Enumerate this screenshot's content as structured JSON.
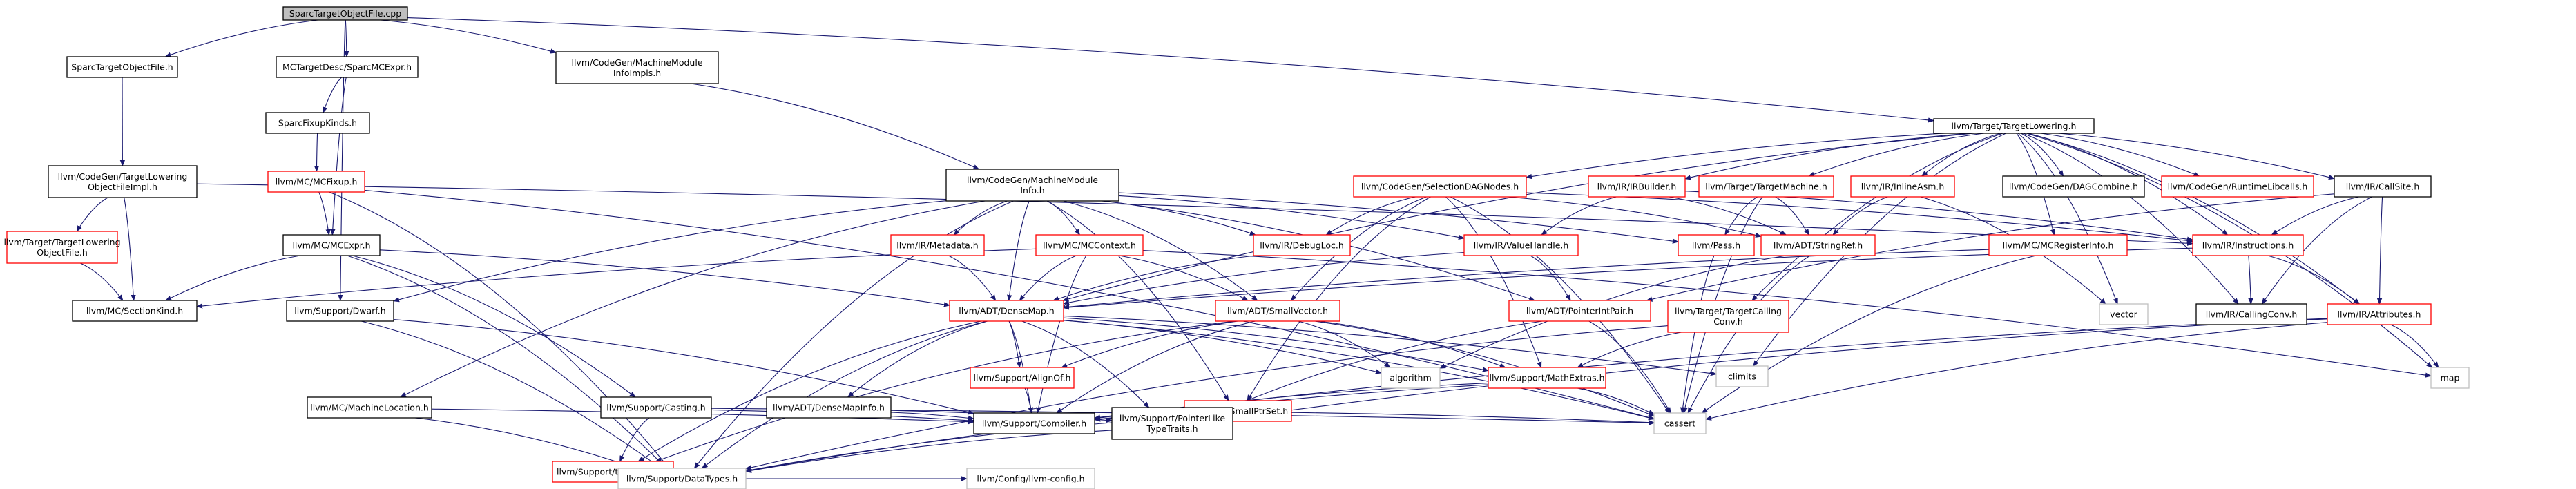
{
  "nodes": [
    {
      "id": "root",
      "lines": [
        "SparcTargetObjectFile.cpp"
      ],
      "style": "root"
    },
    {
      "id": "stofh",
      "lines": [
        "SparcTargetObjectFile.h"
      ],
      "style": "black"
    },
    {
      "id": "sparcmcexpr",
      "lines": [
        "MCTargetDesc/SparcMCExpr.h"
      ],
      "style": "black"
    },
    {
      "id": "mmii",
      "lines": [
        "llvm/CodeGen/MachineModule",
        "InfoImpls.h"
      ],
      "style": "black"
    },
    {
      "id": "tlofimpl",
      "lines": [
        "llvm/CodeGen/TargetLowering",
        "ObjectFileImpl.h"
      ],
      "style": "black"
    },
    {
      "id": "fixupkinds",
      "lines": [
        "SparcFixupKinds.h"
      ],
      "style": "black"
    },
    {
      "id": "mmi",
      "lines": [
        "llvm/CodeGen/MachineModule",
        "Info.h"
      ],
      "style": "black"
    },
    {
      "id": "targetlowering",
      "lines": [
        "llvm/Target/TargetLowering.h"
      ],
      "style": "black"
    },
    {
      "id": "tlof",
      "lines": [
        "llvm/Target/TargetLowering",
        "ObjectFile.h"
      ],
      "style": "red"
    },
    {
      "id": "mcfixup",
      "lines": [
        "llvm/MC/MCFixup.h"
      ],
      "style": "red"
    },
    {
      "id": "mcexpr",
      "lines": [
        "llvm/MC/MCExpr.h"
      ],
      "style": "black"
    },
    {
      "id": "sectionkind",
      "lines": [
        "llvm/MC/SectionKind.h"
      ],
      "style": "black"
    },
    {
      "id": "dwarf",
      "lines": [
        "llvm/Support/Dwarf.h"
      ],
      "style": "black"
    },
    {
      "id": "machineloc",
      "lines": [
        "llvm/MC/MachineLocation.h"
      ],
      "style": "black"
    },
    {
      "id": "casting",
      "lines": [
        "llvm/Support/Casting.h"
      ],
      "style": "black"
    },
    {
      "id": "densemapinfo",
      "lines": [
        "llvm/ADT/DenseMapInfo.h"
      ],
      "style": "black"
    },
    {
      "id": "densemap",
      "lines": [
        "llvm/ADT/DenseMap.h"
      ],
      "style": "red"
    },
    {
      "id": "metadata",
      "lines": [
        "llvm/IR/Metadata.h"
      ],
      "style": "red"
    },
    {
      "id": "mccontext",
      "lines": [
        "llvm/MC/MCContext.h"
      ],
      "style": "red"
    },
    {
      "id": "debugloc",
      "lines": [
        "llvm/IR/DebugLoc.h"
      ],
      "style": "red"
    },
    {
      "id": "seldag",
      "lines": [
        "llvm/CodeGen/SelectionDAGNodes.h"
      ],
      "style": "red"
    },
    {
      "id": "irbuilder",
      "lines": [
        "llvm/IR/IRBuilder.h"
      ],
      "style": "red"
    },
    {
      "id": "targetmachine",
      "lines": [
        "llvm/Target/TargetMachine.h"
      ],
      "style": "red"
    },
    {
      "id": "inlineasm",
      "lines": [
        "llvm/IR/InlineAsm.h"
      ],
      "style": "red"
    },
    {
      "id": "dagcombine",
      "lines": [
        "llvm/CodeGen/DAGCombine.h"
      ],
      "style": "black"
    },
    {
      "id": "runtimelibcalls",
      "lines": [
        "llvm/CodeGen/RuntimeLibcalls.h"
      ],
      "style": "red"
    },
    {
      "id": "callsite",
      "lines": [
        "llvm/IR/CallSite.h"
      ],
      "style": "black"
    },
    {
      "id": "valuehandle",
      "lines": [
        "llvm/IR/ValueHandle.h"
      ],
      "style": "red"
    },
    {
      "id": "pass",
      "lines": [
        "llvm/Pass.h"
      ],
      "style": "red"
    },
    {
      "id": "stringref",
      "lines": [
        "llvm/ADT/StringRef.h"
      ],
      "style": "red"
    },
    {
      "id": "instructions",
      "lines": [
        "llvm/IR/Instructions.h"
      ],
      "style": "red"
    },
    {
      "id": "mcreginfo",
      "lines": [
        "llvm/MC/MCRegisterInfo.h"
      ],
      "style": "red"
    },
    {
      "id": "smallvector",
      "lines": [
        "llvm/ADT/SmallVector.h"
      ],
      "style": "red"
    },
    {
      "id": "pointerintpair",
      "lines": [
        "llvm/ADT/PointerIntPair.h"
      ],
      "style": "red"
    },
    {
      "id": "targetcallingconv",
      "lines": [
        "llvm/Target/TargetCalling",
        "Conv.h"
      ],
      "style": "red"
    },
    {
      "id": "vector",
      "lines": [
        "vector"
      ],
      "style": "gray"
    },
    {
      "id": "callingconv",
      "lines": [
        "llvm/IR/CallingConv.h"
      ],
      "style": "black"
    },
    {
      "id": "attributes",
      "lines": [
        "llvm/IR/Attributes.h"
      ],
      "style": "red"
    },
    {
      "id": "alignof",
      "lines": [
        "llvm/Support/AlignOf.h"
      ],
      "style": "red"
    },
    {
      "id": "smallptrset",
      "lines": [
        "llvm/ADT/SmallPtrSet.h"
      ],
      "style": "red"
    },
    {
      "id": "algorithm",
      "lines": [
        "algorithm"
      ],
      "style": "gray"
    },
    {
      "id": "mathextras",
      "lines": [
        "llvm/Support/MathExtras.h"
      ],
      "style": "red"
    },
    {
      "id": "climits",
      "lines": [
        "climits"
      ],
      "style": "gray"
    },
    {
      "id": "map",
      "lines": [
        "map"
      ],
      "style": "gray"
    },
    {
      "id": "typetraits",
      "lines": [
        "llvm/Support/type_traits.h"
      ],
      "style": "red"
    },
    {
      "id": "compiler",
      "lines": [
        "llvm/Support/Compiler.h"
      ],
      "style": "black"
    },
    {
      "id": "pointerlike",
      "lines": [
        "llvm/Support/PointerLike",
        "TypeTraits.h"
      ],
      "style": "black"
    },
    {
      "id": "cassert",
      "lines": [
        "cassert"
      ],
      "style": "gray"
    },
    {
      "id": "datatypes",
      "lines": [
        "llvm/Support/DataTypes.h"
      ],
      "style": "gray"
    },
    {
      "id": "config",
      "lines": [
        "llvm/Config/llvm-config.h"
      ],
      "style": "gray"
    }
  ],
  "edges": [
    [
      "root",
      "stofh"
    ],
    [
      "root",
      "sparcmcexpr"
    ],
    [
      "root",
      "mmii"
    ],
    [
      "root",
      "targetlowering"
    ],
    [
      "root",
      "dwarf"
    ],
    [
      "stofh",
      "tlofimpl"
    ],
    [
      "tlofimpl",
      "tlof"
    ],
    [
      "tlofimpl",
      "sectionkind"
    ],
    [
      "tlofimpl",
      "instructions"
    ],
    [
      "tlof",
      "sectionkind"
    ],
    [
      "sparcmcexpr",
      "fixupkinds"
    ],
    [
      "sparcmcexpr",
      "mcexpr"
    ],
    [
      "fixupkinds",
      "mcfixup"
    ],
    [
      "mcfixup",
      "mcexpr"
    ],
    [
      "mcfixup",
      "datatypes"
    ],
    [
      "mcfixup",
      "cassert"
    ],
    [
      "mcexpr",
      "casting"
    ],
    [
      "mcexpr",
      "densemap"
    ],
    [
      "mcexpr",
      "datatypes"
    ],
    [
      "mcexpr",
      "sectionkind"
    ],
    [
      "mmii",
      "mmi"
    ],
    [
      "mmi",
      "dwarf"
    ],
    [
      "mmi",
      "machineloc"
    ],
    [
      "mmi",
      "densemap"
    ],
    [
      "mmi",
      "metadata"
    ],
    [
      "mmi",
      "mccontext"
    ],
    [
      "mmi",
      "debugloc"
    ],
    [
      "mmi",
      "valuehandle"
    ],
    [
      "mmi",
      "pass"
    ],
    [
      "mmi",
      "smallptrset"
    ],
    [
      "mmi",
      "smallvector"
    ],
    [
      "mmi",
      "pointerintpair"
    ],
    [
      "mmi",
      "datatypes"
    ],
    [
      "metadata",
      "densemap"
    ],
    [
      "mccontext",
      "densemap"
    ],
    [
      "mccontext",
      "smallvector"
    ],
    [
      "mccontext",
      "compiler"
    ],
    [
      "mccontext",
      "sectionkind"
    ],
    [
      "mccontext",
      "map"
    ],
    [
      "debugloc",
      "densemap"
    ],
    [
      "valuehandle",
      "densemap"
    ],
    [
      "valuehandle",
      "pointerintpair"
    ],
    [
      "dwarf",
      "datatypes"
    ],
    [
      "dwarf",
      "compiler"
    ],
    [
      "machineloc",
      "compiler"
    ],
    [
      "machineloc",
      "datatypes"
    ],
    [
      "casting",
      "typetraits"
    ],
    [
      "casting",
      "cassert"
    ],
    [
      "casting",
      "compiler"
    ],
    [
      "densemap",
      "densemapinfo"
    ],
    [
      "densemap",
      "alignof"
    ],
    [
      "densemap",
      "mathextras"
    ],
    [
      "densemap",
      "pointerlike"
    ],
    [
      "densemap",
      "typetraits"
    ],
    [
      "densemap",
      "algorithm"
    ],
    [
      "densemap",
      "climits"
    ],
    [
      "densemap",
      "cassert"
    ],
    [
      "densemap",
      "compiler"
    ],
    [
      "densemap",
      "datatypes"
    ],
    [
      "densemapinfo",
      "pointerlike"
    ],
    [
      "densemapinfo",
      "compiler"
    ],
    [
      "smallvector",
      "alignof"
    ],
    [
      "smallvector",
      "mathextras"
    ],
    [
      "smallvector",
      "algorithm"
    ],
    [
      "smallvector",
      "cassert"
    ],
    [
      "smallvector",
      "compiler"
    ],
    [
      "smallvector",
      "typetraits"
    ],
    [
      "smallptrset",
      "compiler"
    ],
    [
      "smallptrset",
      "pointerlike"
    ],
    [
      "smallptrset",
      "datatypes"
    ],
    [
      "smallptrset",
      "cassert"
    ],
    [
      "alignof",
      "compiler"
    ],
    [
      "mathextras",
      "compiler"
    ],
    [
      "mathextras",
      "datatypes"
    ],
    [
      "mathextras",
      "cassert"
    ],
    [
      "pointerintpair",
      "pointerlike"
    ],
    [
      "pointerintpair",
      "cassert"
    ],
    [
      "pointerlike",
      "datatypes"
    ],
    [
      "datatypes",
      "config"
    ],
    [
      "targetlowering",
      "seldag"
    ],
    [
      "targetlowering",
      "irbuilder"
    ],
    [
      "targetlowering",
      "targetmachine"
    ],
    [
      "targetlowering",
      "inlineasm"
    ],
    [
      "targetlowering",
      "dagcombine"
    ],
    [
      "targetlowering",
      "runtimelibcalls"
    ],
    [
      "targetlowering",
      "callsite"
    ],
    [
      "targetlowering",
      "instructions"
    ],
    [
      "targetlowering",
      "mcreginfo"
    ],
    [
      "targetlowering",
      "targetcallingconv"
    ],
    [
      "targetlowering",
      "densemap"
    ],
    [
      "targetlowering",
      "attributes"
    ],
    [
      "targetlowering",
      "callingconv"
    ],
    [
      "targetlowering",
      "vector"
    ],
    [
      "targetlowering",
      "map"
    ],
    [
      "targetlowering",
      "climits"
    ],
    [
      "seldag",
      "smallvector"
    ],
    [
      "seldag",
      "smallptrset"
    ],
    [
      "seldag",
      "debugloc"
    ],
    [
      "seldag",
      "stringref"
    ],
    [
      "seldag",
      "mathextras"
    ],
    [
      "seldag",
      "cassert"
    ],
    [
      "seldag",
      "instructions"
    ],
    [
      "irbuilder",
      "valuehandle"
    ],
    [
      "irbuilder",
      "stringref"
    ],
    [
      "irbuilder",
      "instructions"
    ],
    [
      "targetmachine",
      "pass"
    ],
    [
      "targetmachine",
      "stringref"
    ],
    [
      "targetmachine",
      "cassert"
    ],
    [
      "inlineasm",
      "stringref"
    ],
    [
      "inlineasm",
      "vector"
    ],
    [
      "callsite",
      "instructions"
    ],
    [
      "callsite",
      "callingconv"
    ],
    [
      "callsite",
      "attributes"
    ],
    [
      "callsite",
      "pointerintpair"
    ],
    [
      "instructions",
      "callingconv"
    ],
    [
      "instructions",
      "attributes"
    ],
    [
      "instructions",
      "densemap"
    ],
    [
      "mcreginfo",
      "densemap"
    ],
    [
      "mcreginfo",
      "cassert"
    ],
    [
      "targetcallingconv",
      "mathextras"
    ],
    [
      "targetcallingconv",
      "datatypes"
    ],
    [
      "attributes",
      "map"
    ],
    [
      "attributes",
      "cassert"
    ],
    [
      "attributes",
      "compiler"
    ],
    [
      "attributes",
      "pointerlike"
    ],
    [
      "pass",
      "cassert"
    ],
    [
      "stringref",
      "cassert"
    ],
    [
      "stringref",
      "algorithm"
    ]
  ]
}
